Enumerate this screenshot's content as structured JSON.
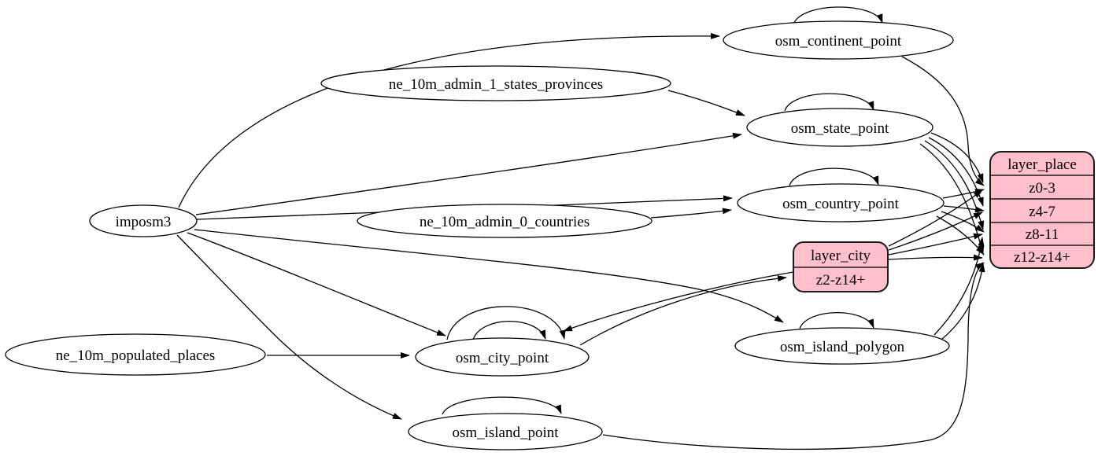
{
  "diagram": {
    "title": "place layer ETL graph",
    "type": "graphviz-digraph",
    "background_color": "#ffffff",
    "node_fill_color": "#ffffff",
    "record_fill_color": "#ffc0cb",
    "stroke_color": "#000000"
  },
  "nodes": {
    "imposm3": {
      "label": "imposm3",
      "shape": "ellipse"
    },
    "ne_10m_admin_1_states_provinces": {
      "label": "ne_10m_admin_1_states_provinces",
      "shape": "ellipse"
    },
    "ne_10m_admin_0_countries": {
      "label": "ne_10m_admin_0_countries",
      "shape": "ellipse"
    },
    "ne_10m_populated_places": {
      "label": "ne_10m_populated_places",
      "shape": "ellipse"
    },
    "osm_continent_point": {
      "label": "osm_continent_point",
      "shape": "ellipse"
    },
    "osm_state_point": {
      "label": "osm_state_point",
      "shape": "ellipse"
    },
    "osm_country_point": {
      "label": "osm_country_point",
      "shape": "ellipse"
    },
    "osm_city_point": {
      "label": "osm_city_point",
      "shape": "ellipse"
    },
    "osm_island_polygon": {
      "label": "osm_island_polygon",
      "shape": "ellipse"
    },
    "osm_island_point": {
      "label": "osm_island_point",
      "shape": "ellipse"
    }
  },
  "records": {
    "layer_city": {
      "title": "layer_city",
      "rows": [
        "z2-z14+"
      ]
    },
    "layer_place": {
      "title": "layer_place",
      "rows": [
        "z0-3",
        "z4-7",
        "z8-11",
        "z12-z14+"
      ]
    }
  },
  "edges": [
    {
      "from": "imposm3",
      "to": "osm_continent_point"
    },
    {
      "from": "imposm3",
      "to": "osm_state_point"
    },
    {
      "from": "imposm3",
      "to": "osm_country_point"
    },
    {
      "from": "imposm3",
      "to": "osm_city_point"
    },
    {
      "from": "imposm3",
      "to": "osm_island_polygon"
    },
    {
      "from": "imposm3",
      "to": "osm_island_point"
    },
    {
      "from": "ne_10m_admin_1_states_provinces",
      "to": "osm_state_point"
    },
    {
      "from": "ne_10m_admin_0_countries",
      "to": "osm_country_point"
    },
    {
      "from": "ne_10m_populated_places",
      "to": "osm_city_point"
    },
    {
      "from": "osm_continent_point",
      "to": "osm_continent_point"
    },
    {
      "from": "osm_state_point",
      "to": "osm_state_point"
    },
    {
      "from": "osm_country_point",
      "to": "osm_country_point"
    },
    {
      "from": "osm_city_point",
      "to": "osm_city_point"
    },
    {
      "from": "osm_city_point",
      "to": "osm_city_point"
    },
    {
      "from": "osm_island_polygon",
      "to": "osm_island_polygon"
    },
    {
      "from": "osm_island_point",
      "to": "osm_island_point"
    },
    {
      "from": "osm_continent_point",
      "to": "layer_place:z0-3"
    },
    {
      "from": "osm_state_point",
      "to": "layer_place:z0-3"
    },
    {
      "from": "osm_state_point",
      "to": "layer_place:z4-7"
    },
    {
      "from": "osm_state_point",
      "to": "layer_place:z8-11"
    },
    {
      "from": "osm_state_point",
      "to": "layer_place:z12-z14+"
    },
    {
      "from": "osm_country_point",
      "to": "layer_place:z0-3"
    },
    {
      "from": "osm_country_point",
      "to": "layer_place:z4-7"
    },
    {
      "from": "osm_country_point",
      "to": "layer_place:z8-11"
    },
    {
      "from": "osm_country_point",
      "to": "layer_place:z12-z14+"
    },
    {
      "from": "osm_city_point",
      "to": "layer_city:z2-z14+"
    },
    {
      "from": "layer_city",
      "to": "osm_city_point"
    },
    {
      "from": "layer_city",
      "to": "layer_place:z0-3"
    },
    {
      "from": "layer_city",
      "to": "layer_place:z4-7"
    },
    {
      "from": "layer_city",
      "to": "layer_place:z8-11"
    },
    {
      "from": "layer_city",
      "to": "layer_place:z12-z14+"
    },
    {
      "from": "osm_island_polygon",
      "to": "layer_place:z8-11"
    },
    {
      "from": "osm_island_polygon",
      "to": "layer_place:z12-z14+"
    },
    {
      "from": "osm_island_point",
      "to": "layer_place:z12-z14+"
    }
  ]
}
